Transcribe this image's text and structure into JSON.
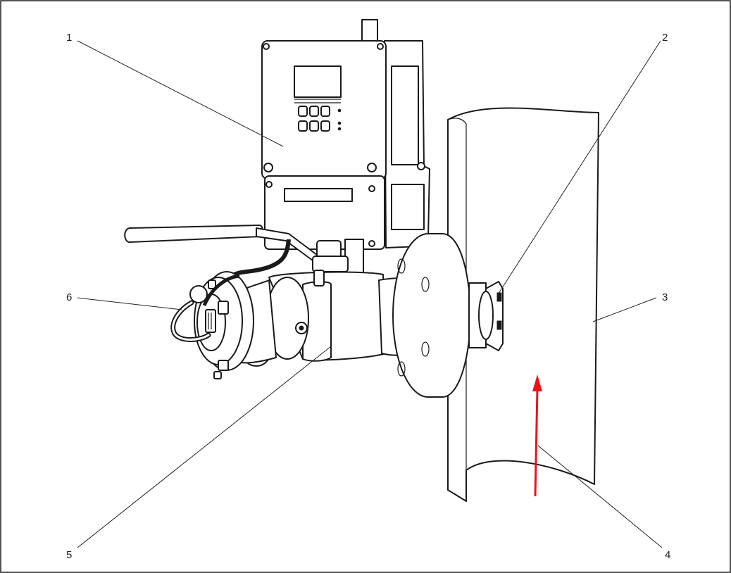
{
  "callouts": {
    "c1": "1",
    "c2": "2",
    "c3": "3",
    "c4": "4",
    "c5": "5",
    "c6": "6"
  },
  "colors": {
    "line": "#1a1a1a",
    "flow_arrow": "#e8141c",
    "background": "#ffffff"
  },
  "icons": {
    "flow": "arrow-up-icon"
  }
}
